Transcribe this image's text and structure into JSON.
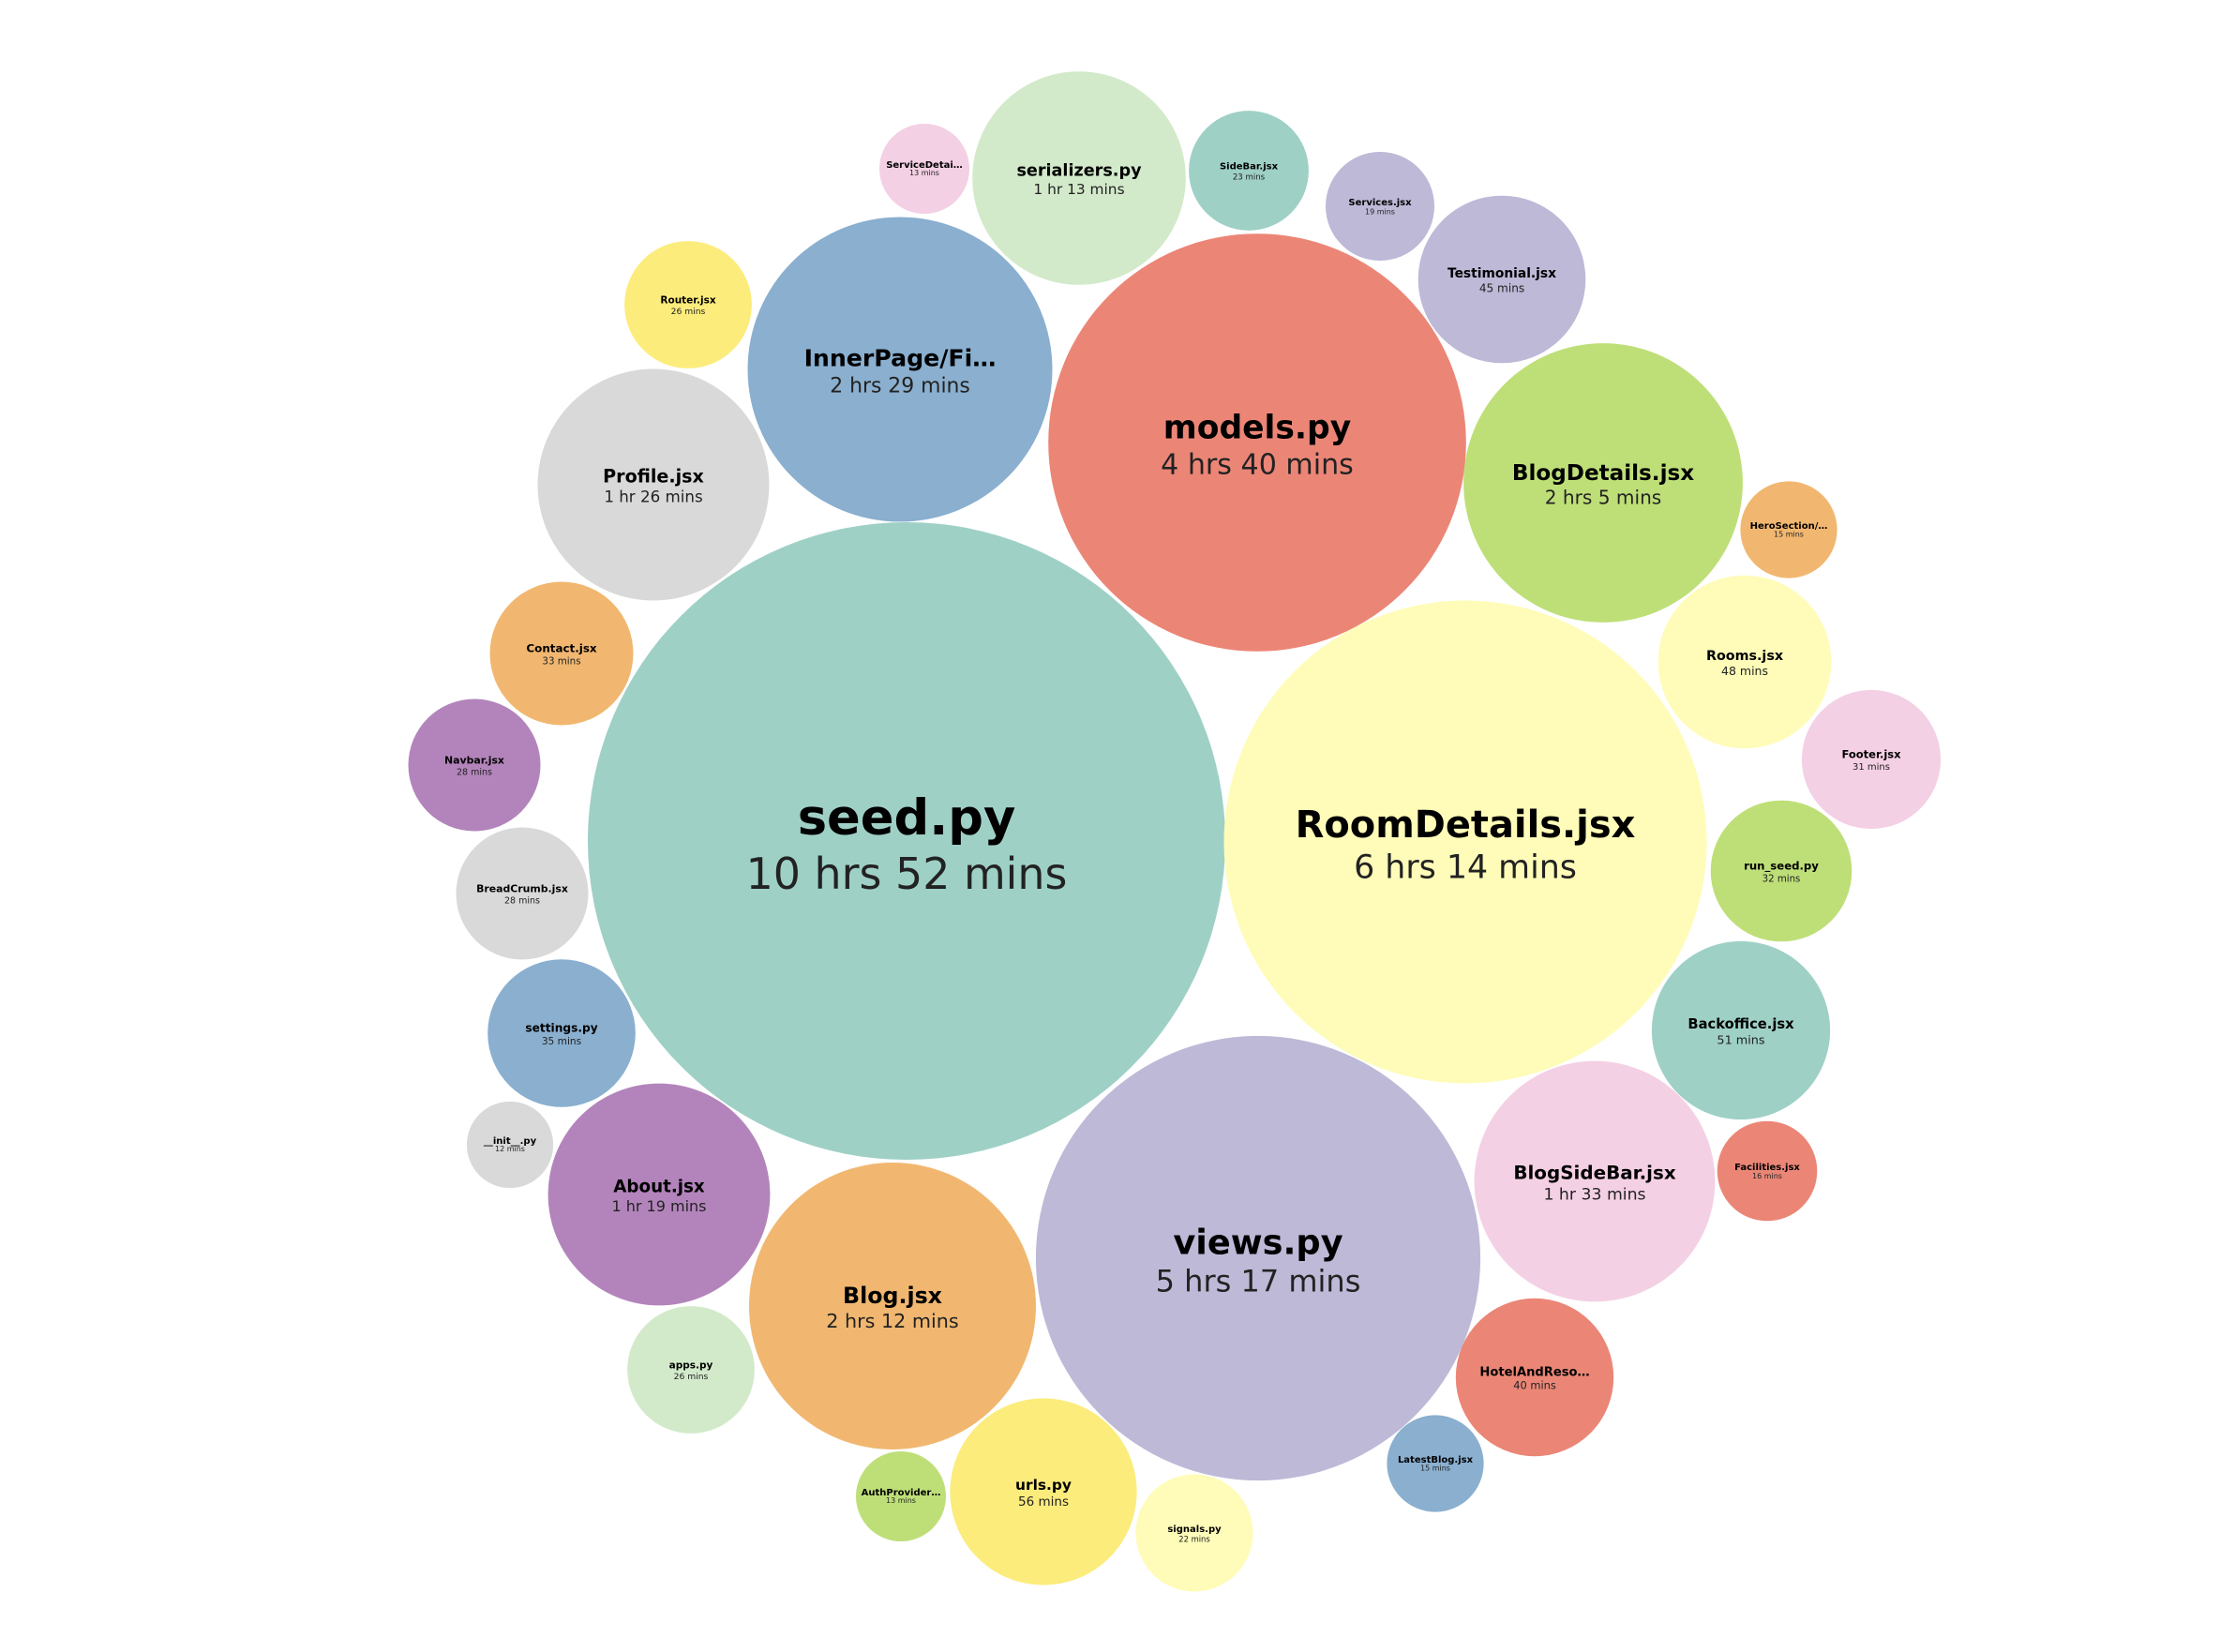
{
  "chart_data": {
    "type": "bubble",
    "value_unit": "mins",
    "items": [
      {
        "label": "seed.py",
        "duration": "10 hrs 52 mins",
        "minutes": 652,
        "color": "#9ed0c6"
      },
      {
        "label": "RoomDetails.jsx",
        "duration": "6 hrs 14 mins",
        "minutes": 374,
        "color": "#fefcb8"
      },
      {
        "label": "views.py",
        "duration": "5 hrs 17 mins",
        "minutes": 317,
        "color": "#bdb9d7"
      },
      {
        "label": "models.py",
        "duration": "4 hrs 40 mins",
        "minutes": 280,
        "color": "#eb8677"
      },
      {
        "label": "InnerPage/Fi…",
        "duration": "2 hrs 29 mins",
        "minutes": 149,
        "color": "#8aafcf"
      },
      {
        "label": "Blog.jsx",
        "duration": "2 hrs 12 mins",
        "minutes": 132,
        "color": "#f1b770"
      },
      {
        "label": "BlogDetails.jsx",
        "duration": "2 hrs 5 mins",
        "minutes": 125,
        "color": "#bedf78"
      },
      {
        "label": "BlogSideBar.jsx",
        "duration": "1 hr 33 mins",
        "minutes": 93,
        "color": "#f4d0e4"
      },
      {
        "label": "Profile.jsx",
        "duration": "1 hr 26 mins",
        "minutes": 86,
        "color": "#d9d9d9"
      },
      {
        "label": "About.jsx",
        "duration": "1 hr 19 mins",
        "minutes": 79,
        "color": "#b384bb"
      },
      {
        "label": "serializers.py",
        "duration": "1 hr 13 mins",
        "minutes": 73,
        "color": "#d3eaca"
      },
      {
        "label": "urls.py",
        "duration": "56 mins",
        "minutes": 56,
        "color": "#fcec7c"
      },
      {
        "label": "Backoffice.jsx",
        "duration": "51 mins",
        "minutes": 51,
        "color": "#9ed0c6"
      },
      {
        "label": "Rooms.jsx",
        "duration": "48 mins",
        "minutes": 48,
        "color": "#fefcb8"
      },
      {
        "label": "Testimonial.jsx",
        "duration": "45 mins",
        "minutes": 45,
        "color": "#bdb9d7"
      },
      {
        "label": "HotelAndReso…",
        "duration": "40 mins",
        "minutes": 40,
        "color": "#eb8677"
      },
      {
        "label": "settings.py",
        "duration": "35 mins",
        "minutes": 35,
        "color": "#8aafcf"
      },
      {
        "label": "Contact.jsx",
        "duration": "33 mins",
        "minutes": 33,
        "color": "#f1b770"
      },
      {
        "label": "run_seed.py",
        "duration": "32 mins",
        "minutes": 32,
        "color": "#bedf78"
      },
      {
        "label": "Footer.jsx",
        "duration": "31 mins",
        "minutes": 31,
        "color": "#f4d0e4"
      },
      {
        "label": "BreadCrumb.jsx",
        "duration": "28 mins",
        "minutes": 28,
        "color": "#d9d9d9"
      },
      {
        "label": "Navbar.jsx",
        "duration": "28 mins",
        "minutes": 28,
        "color": "#b384bb"
      },
      {
        "label": "apps.py",
        "duration": "26 mins",
        "minutes": 26,
        "color": "#d3eaca"
      },
      {
        "label": "Router.jsx",
        "duration": "26 mins",
        "minutes": 26,
        "color": "#fcec7c"
      },
      {
        "label": "SideBar.jsx",
        "duration": "23 mins",
        "minutes": 23,
        "color": "#9ed0c6"
      },
      {
        "label": "signals.py",
        "duration": "22 mins",
        "minutes": 22,
        "color": "#fefcb8"
      },
      {
        "label": "Services.jsx",
        "duration": "19 mins",
        "minutes": 19,
        "color": "#bdb9d7"
      },
      {
        "label": "Facilities.jsx",
        "duration": "16 mins",
        "minutes": 16,
        "color": "#eb8677"
      },
      {
        "label": "LatestBlog.jsx",
        "duration": "15 mins",
        "minutes": 15,
        "color": "#8aafcf"
      },
      {
        "label": "HeroSection/…",
        "duration": "15 mins",
        "minutes": 15,
        "color": "#f1b770"
      },
      {
        "label": "AuthProvider…",
        "duration": "13 mins",
        "minutes": 13,
        "color": "#bedf78"
      },
      {
        "label": "ServiceDetai…",
        "duration": "13 mins",
        "minutes": 13,
        "color": "#f4d0e4"
      },
      {
        "label": "__init__.py",
        "duration": "12 mins",
        "minutes": 12,
        "color": "#d9d9d9"
      }
    ]
  }
}
